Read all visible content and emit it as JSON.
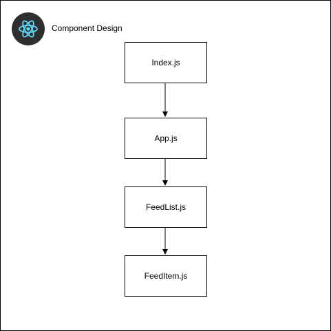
{
  "header": {
    "title": "Component Design",
    "logo_icon": "react-logo-icon",
    "logo_bg_color": "#2f2f2f",
    "logo_fg_color": "#61dafb"
  },
  "nodes": [
    {
      "label": "Index.js"
    },
    {
      "label": "App.js"
    },
    {
      "label": "FeedList.js"
    },
    {
      "label": "FeedItem.js"
    }
  ],
  "edges": [
    {
      "from": "Index.js",
      "to": "App.js"
    },
    {
      "from": "App.js",
      "to": "FeedList.js"
    },
    {
      "from": "FeedList.js",
      "to": "FeedItem.js"
    }
  ]
}
